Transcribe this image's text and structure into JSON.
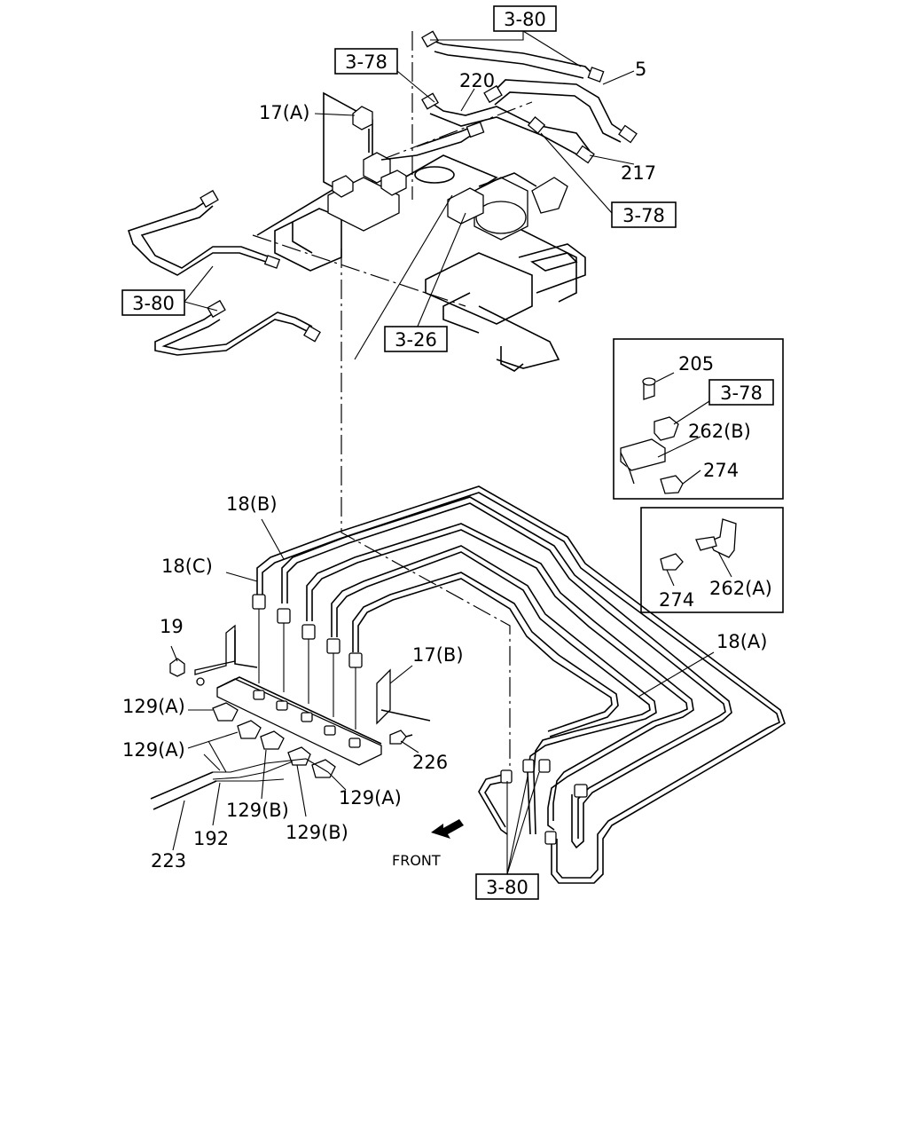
{
  "diagram": {
    "refs": {
      "ref_380_top": "3-80",
      "ref_378_top": "3-78",
      "ref_378_right": "3-78",
      "ref_380_left": "3-80",
      "ref_326": "3-26",
      "ref_378_inset": "3-78",
      "ref_380_bottom": "3-80"
    },
    "labels": {
      "l_5": "5",
      "l_220": "220",
      "l_17a": "17(A)",
      "l_217": "217",
      "l_205": "205",
      "l_262b": "262(B)",
      "l_274_a": "274",
      "l_274_b": "274",
      "l_262a": "262(A)",
      "l_18b": "18(B)",
      "l_18c": "18(C)",
      "l_19": "19",
      "l_17b": "17(B)",
      "l_18a": "18(A)",
      "l_129a_1": "129(A)",
      "l_129a_2": "129(A)",
      "l_129a_3": "129(A)",
      "l_129b_1": "129(B)",
      "l_129b_2": "129(B)",
      "l_226": "226",
      "l_192": "192",
      "l_223": "223",
      "l_front": "FRONT"
    }
  }
}
